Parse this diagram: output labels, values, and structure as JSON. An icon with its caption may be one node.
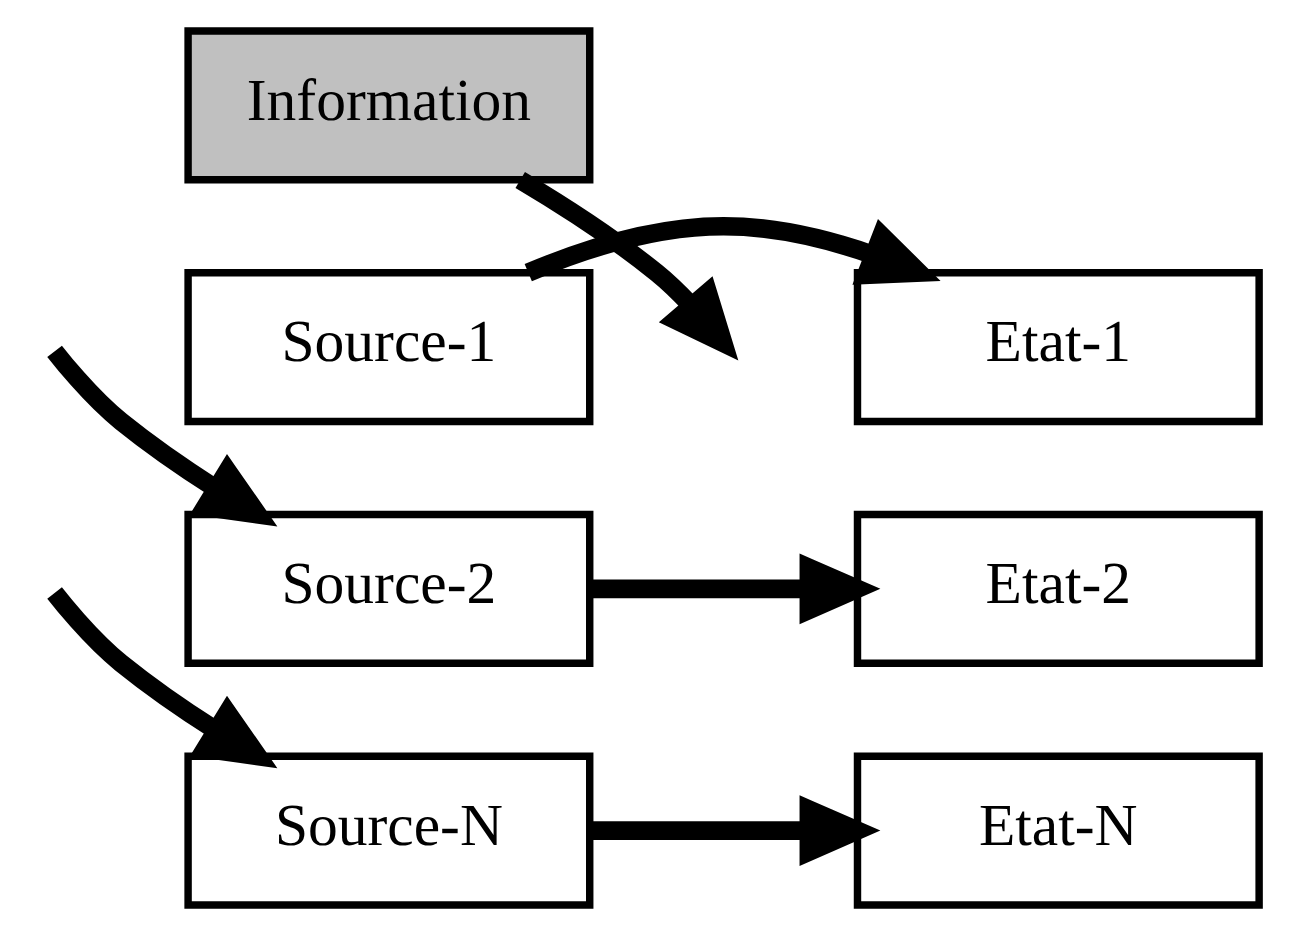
{
  "diagram": {
    "nodes": [
      {
        "text": [
          "Information"
        ]
      },
      {
        "text": [
          "Source-1"
        ]
      },
      {
        "text": [
          "Etat-1"
        ]
      },
      {
        "text": [
          "Source-2"
        ]
      },
      {
        "text": [
          "Etat-2"
        ]
      },
      {
        "text": [
          "Source-N"
        ]
      },
      {
        "text": [
          "Etat-N"
        ]
      }
    ],
    "edges": [
      {
        "from": 0,
        "to": null,
        "arrow": "to"
      },
      {
        "from": 1,
        "to": 2,
        "arrow": "to"
      },
      {
        "from": null,
        "to": 3,
        "arrow": "to"
      },
      {
        "from": 3,
        "to": 4,
        "arrow": "to"
      },
      {
        "from": null,
        "to": 5,
        "arrow": "to"
      },
      {
        "from": 5,
        "to": 6,
        "arrow": "to"
      }
    ]
  }
}
